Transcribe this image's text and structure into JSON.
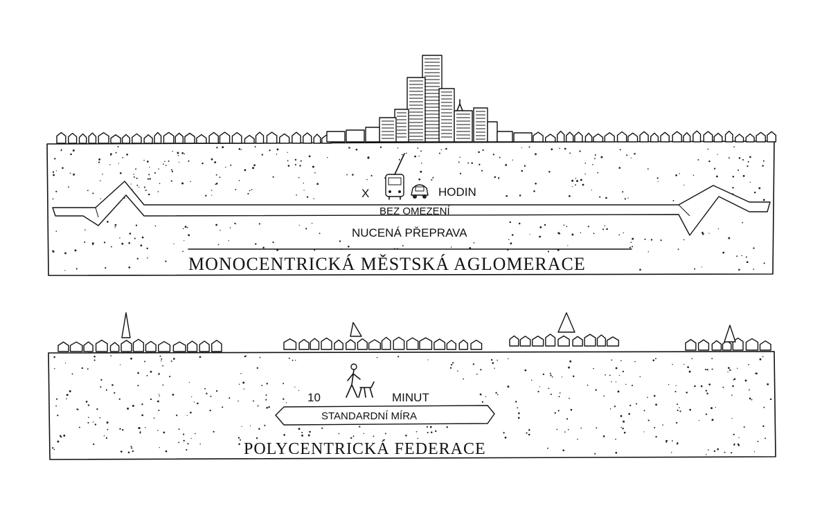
{
  "top_panel": {
    "title": "MONOCENTRICKÁ MĚSTSKÁ AGLOMERACE",
    "time_prefix": "X",
    "time_unit": "HODIN",
    "band_label": "BEZ OMEZENÍ",
    "transport_label": "NUCENÁ PŘEPRAVA",
    "icons": [
      "tram-icon",
      "car-icon"
    ]
  },
  "bottom_panel": {
    "title": "POLYCENTRICKÁ FEDERACE",
    "time_value": "10",
    "time_unit": "MINUT",
    "band_label": "STANDARDNÍ MÍRA",
    "icons": [
      "pedestrian-with-dog-icon"
    ]
  },
  "colors": {
    "ink": "#111111",
    "background": "#ffffff"
  }
}
